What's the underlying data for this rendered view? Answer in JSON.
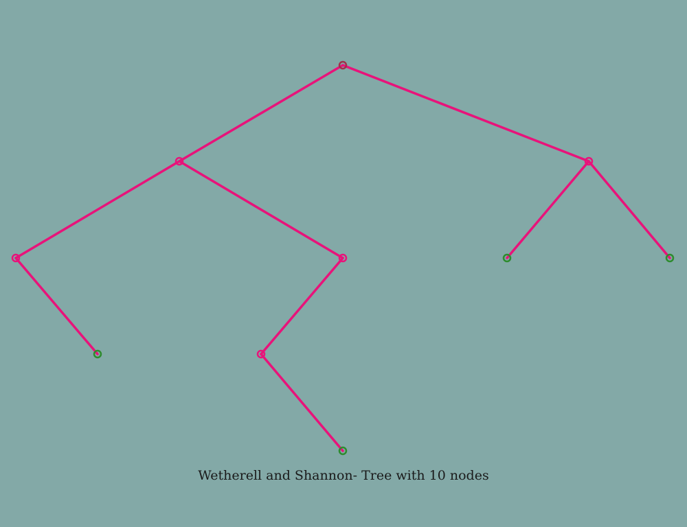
{
  "caption": "Wetherell and Shannon- Tree with 10 nodes",
  "colors": {
    "background": "#83a9a7",
    "edge": "#e8137a",
    "internal_node": "#e8137a",
    "leaf_node": "#2e8b2e",
    "root_node": "#a0304a"
  },
  "tree": {
    "nodes": [
      {
        "id": "n0",
        "kind": "root"
      },
      {
        "id": "n1",
        "kind": "internal"
      },
      {
        "id": "n2",
        "kind": "internal"
      },
      {
        "id": "n3",
        "kind": "internal"
      },
      {
        "id": "n4",
        "kind": "internal"
      },
      {
        "id": "n5",
        "kind": "leaf"
      },
      {
        "id": "n6",
        "kind": "leaf"
      },
      {
        "id": "n7",
        "kind": "leaf"
      },
      {
        "id": "n8",
        "kind": "internal"
      },
      {
        "id": "n9",
        "kind": "leaf"
      }
    ],
    "edges": [
      [
        "n0",
        "n1"
      ],
      [
        "n0",
        "n2"
      ],
      [
        "n1",
        "n3"
      ],
      [
        "n1",
        "n4"
      ],
      [
        "n2",
        "n5"
      ],
      [
        "n2",
        "n6"
      ],
      [
        "n3",
        "n7"
      ],
      [
        "n4",
        "n8"
      ],
      [
        "n8",
        "n9"
      ]
    ]
  }
}
